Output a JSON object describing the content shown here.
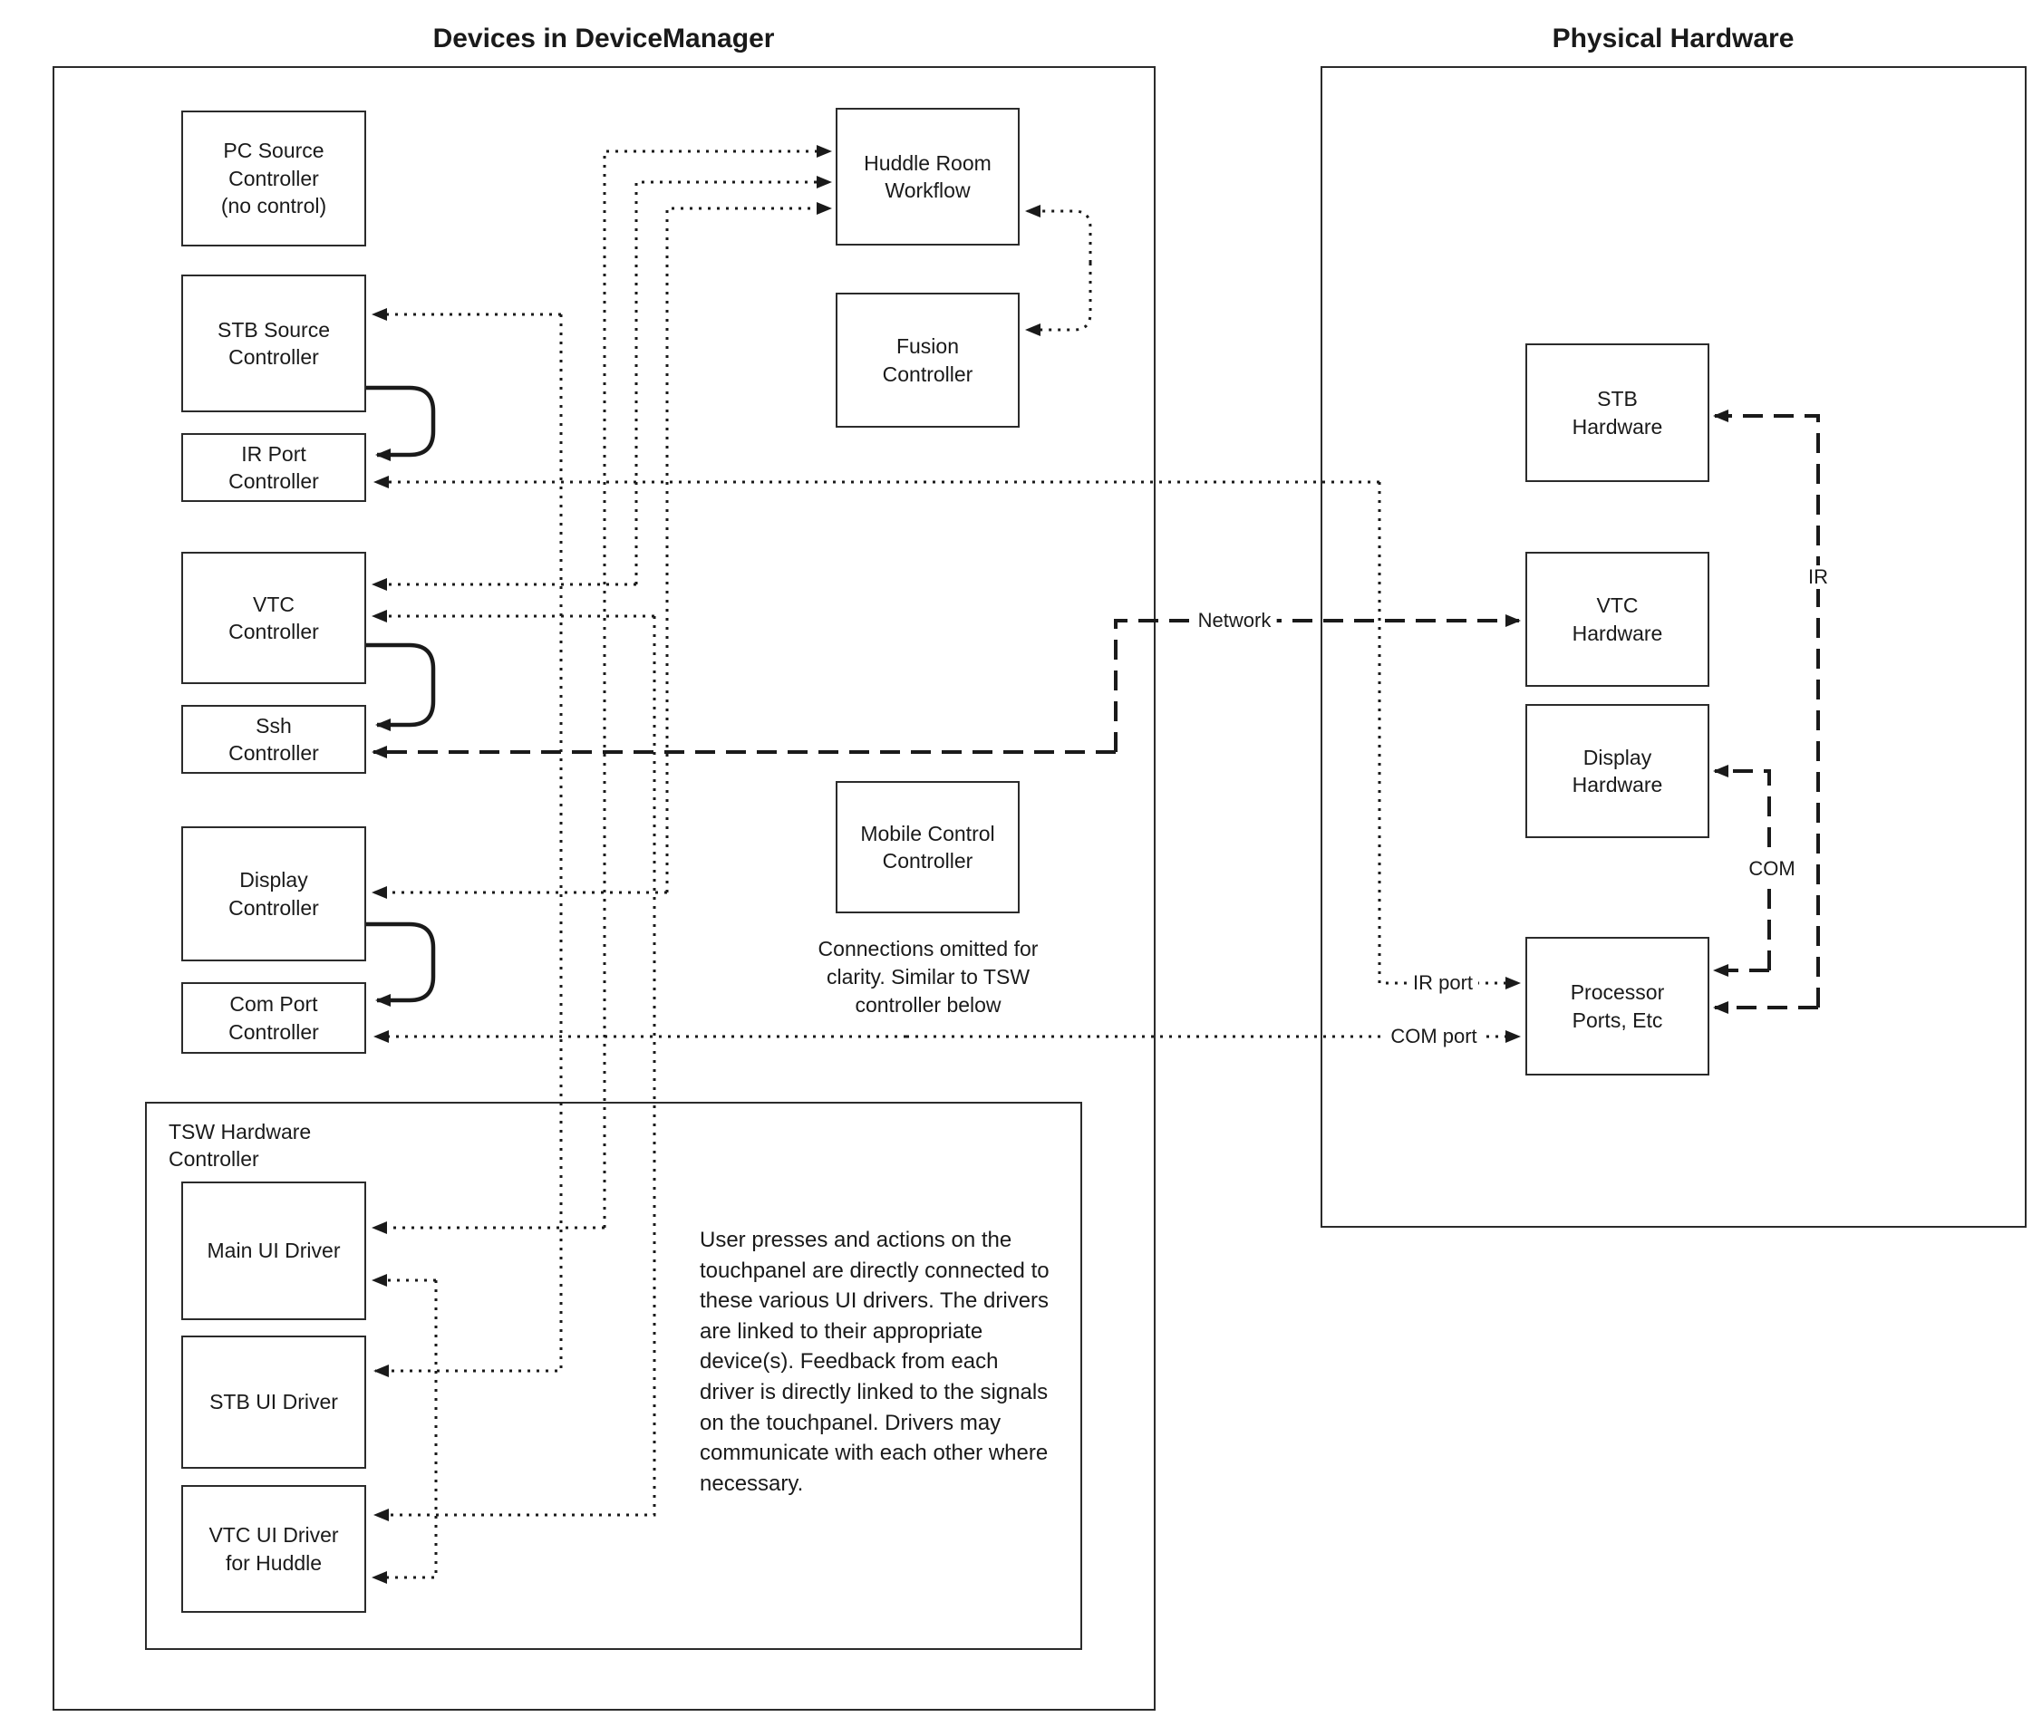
{
  "left_panel": {
    "title": "Devices in DeviceManager",
    "boxes": {
      "pc_source": "PC Source\nController\n(no control)",
      "stb_source": "STB Source\nController",
      "ir_port": "IR Port\nController",
      "vtc": "VTC\nController",
      "ssh": "Ssh\nController",
      "display": "Display\nController",
      "com_port": "Com Port\nController",
      "huddle": "Huddle Room\nWorkflow",
      "fusion": "Fusion\nController",
      "mobile": "Mobile Control\nController"
    },
    "omitted_note": "Connections omitted for\nclarity. Similar to TSW\ncontroller below",
    "tsw": {
      "label": "TSW Hardware\nController",
      "boxes": {
        "main_ui": "Main UI Driver",
        "stb_ui": "STB UI Driver",
        "vtc_ui": "VTC UI Driver\nfor Huddle"
      },
      "note": "User presses and actions on the touchpanel are directly connected to these various UI drivers.  The drivers are linked to their appropriate device(s). Feedback from each driver is directly linked to the signals on the touchpanel. Drivers may communicate with each other where necessary."
    }
  },
  "right_panel": {
    "title": "Physical Hardware",
    "boxes": {
      "stb_hw": "STB\nHardware",
      "vtc_hw": "VTC\nHardware",
      "display_hw": "Display\nHardware",
      "processor": "Processor\nPorts, Etc"
    }
  },
  "line_labels": {
    "network": "Network",
    "ir": "IR",
    "com": "COM",
    "ir_port": "IR port",
    "com_port": "COM port"
  },
  "colors": {
    "line": "#1a1a1a",
    "border": "#2b2b2b",
    "background": "#ffffff"
  }
}
